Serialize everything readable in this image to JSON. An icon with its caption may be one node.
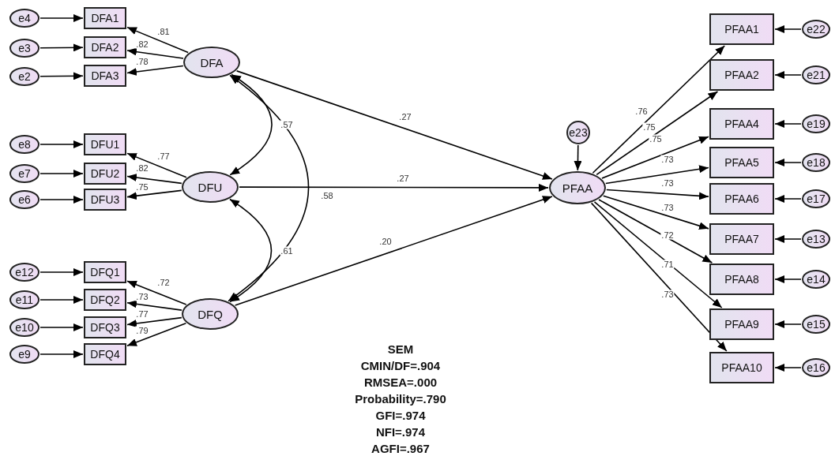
{
  "diagram": {
    "nodes": [
      {
        "text": [
          "e4"
        ]
      },
      {
        "text": [
          "DFA1"
        ]
      },
      {
        "text": [
          "e3"
        ]
      },
      {
        "text": [
          "DFA2"
        ]
      },
      {
        "text": [
          "e2"
        ]
      },
      {
        "text": [
          "DFA3"
        ]
      },
      {
        "text": [
          "DFA"
        ]
      },
      {
        "text": [
          "e8"
        ]
      },
      {
        "text": [
          "DFU1"
        ]
      },
      {
        "text": [
          "e7"
        ]
      },
      {
        "text": [
          "DFU2"
        ]
      },
      {
        "text": [
          "e6"
        ]
      },
      {
        "text": [
          "DFU3"
        ]
      },
      {
        "text": [
          "DFU"
        ]
      },
      {
        "text": [
          "e12"
        ]
      },
      {
        "text": [
          "DFQ1"
        ]
      },
      {
        "text": [
          "e11"
        ]
      },
      {
        "text": [
          "DFQ2"
        ]
      },
      {
        "text": [
          "e10"
        ]
      },
      {
        "text": [
          "DFQ3"
        ]
      },
      {
        "text": [
          "e9"
        ]
      },
      {
        "text": [
          "DFQ4"
        ]
      },
      {
        "text": [
          "DFQ"
        ]
      },
      {
        "text": [
          "e23"
        ]
      },
      {
        "text": [
          "PFAA"
        ]
      },
      {
        "text": [
          "PFAA1"
        ]
      },
      {
        "text": [
          "e22"
        ]
      },
      {
        "text": [
          "PFAA2"
        ]
      },
      {
        "text": [
          "e21"
        ]
      },
      {
        "text": [
          "PFAA4"
        ]
      },
      {
        "text": [
          "e19"
        ]
      },
      {
        "text": [
          "PFAA5"
        ]
      },
      {
        "text": [
          "e18"
        ]
      },
      {
        "text": [
          "PFAA6"
        ]
      },
      {
        "text": [
          "e17"
        ]
      },
      {
        "text": [
          "PFAA7"
        ]
      },
      {
        "text": [
          "e13"
        ]
      },
      {
        "text": [
          "PFAA8"
        ]
      },
      {
        "text": [
          "e14"
        ]
      },
      {
        "text": [
          "PFAA9"
        ]
      },
      {
        "text": [
          "e15"
        ]
      },
      {
        "text": [
          "PFAA10"
        ]
      },
      {
        "text": [
          "e16"
        ]
      }
    ],
    "edges": [
      {
        "from": 0,
        "to": 1,
        "arrow": "to"
      },
      {
        "from": 2,
        "to": 3,
        "arrow": "to"
      },
      {
        "from": 4,
        "to": 5,
        "arrow": "to"
      },
      {
        "from": 7,
        "to": 8,
        "arrow": "to"
      },
      {
        "from": 9,
        "to": 10,
        "arrow": "to"
      },
      {
        "from": 11,
        "to": 12,
        "arrow": "to"
      },
      {
        "from": 14,
        "to": 15,
        "arrow": "to"
      },
      {
        "from": 16,
        "to": 17,
        "arrow": "to"
      },
      {
        "from": 18,
        "to": 19,
        "arrow": "to"
      },
      {
        "from": 20,
        "to": 21,
        "arrow": "to"
      },
      {
        "from": 6,
        "to": 1,
        "arrow": "to",
        "label": ".81"
      },
      {
        "from": 6,
        "to": 3,
        "arrow": "to",
        "label": ".82"
      },
      {
        "from": 6,
        "to": 5,
        "arrow": "to",
        "label": ".78"
      },
      {
        "from": 13,
        "to": 8,
        "arrow": "to",
        "label": ".77"
      },
      {
        "from": 13,
        "to": 10,
        "arrow": "to",
        "label": ".82"
      },
      {
        "from": 13,
        "to": 12,
        "arrow": "to",
        "label": ".75"
      },
      {
        "from": 22,
        "to": 15,
        "arrow": "to",
        "label": ".72"
      },
      {
        "from": 22,
        "to": 17,
        "arrow": "to",
        "label": ".73"
      },
      {
        "from": 22,
        "to": 19,
        "arrow": "to",
        "label": ".77"
      },
      {
        "from": 22,
        "to": 21,
        "arrow": "to",
        "label": ".79"
      },
      {
        "from": 6,
        "to": 13,
        "arrow": "both",
        "label": ".57"
      },
      {
        "from": 13,
        "to": 22,
        "arrow": "both",
        "label": ".61"
      },
      {
        "from": 6,
        "to": 22,
        "arrow": "both",
        "label": ".58"
      },
      {
        "from": 6,
        "to": 24,
        "arrow": "to",
        "label": ".27"
      },
      {
        "from": 13,
        "to": 24,
        "arrow": "to",
        "label": ".27"
      },
      {
        "from": 22,
        "to": 24,
        "arrow": "to",
        "label": ".20"
      },
      {
        "from": 23,
        "to": 24,
        "arrow": "to"
      },
      {
        "from": 24,
        "to": 25,
        "arrow": "to",
        "label": ".76"
      },
      {
        "from": 24,
        "to": 27,
        "arrow": "to",
        "label": ".75"
      },
      {
        "from": 24,
        "to": 29,
        "arrow": "to",
        "label": ".75"
      },
      {
        "from": 24,
        "to": 31,
        "arrow": "to",
        "label": ".73"
      },
      {
        "from": 24,
        "to": 33,
        "arrow": "to",
        "label": ".73"
      },
      {
        "from": 24,
        "to": 35,
        "arrow": "to",
        "label": ".73"
      },
      {
        "from": 24,
        "to": 37,
        "arrow": "to",
        "label": ".72"
      },
      {
        "from": 24,
        "to": 39,
        "arrow": "to",
        "label": ".71"
      },
      {
        "from": 24,
        "to": 41,
        "arrow": "to",
        "label": ".73"
      },
      {
        "from": 26,
        "to": 25,
        "arrow": "to"
      },
      {
        "from": 28,
        "to": 27,
        "arrow": "to"
      },
      {
        "from": 30,
        "to": 29,
        "arrow": "to"
      },
      {
        "from": 32,
        "to": 31,
        "arrow": "to"
      },
      {
        "from": 34,
        "to": 33,
        "arrow": "to"
      },
      {
        "from": 36,
        "to": 35,
        "arrow": "to"
      },
      {
        "from": 38,
        "to": 37,
        "arrow": "to"
      },
      {
        "from": 40,
        "to": 39,
        "arrow": "to"
      },
      {
        "from": 42,
        "to": 41,
        "arrow": "to"
      }
    ],
    "labels": [
      "SEM",
      "CMIN/DF=.904",
      "RMSEA=.000",
      "Probability=.790",
      "GFI=.974",
      "NFI=.974",
      "AGFI=.967"
    ]
  }
}
